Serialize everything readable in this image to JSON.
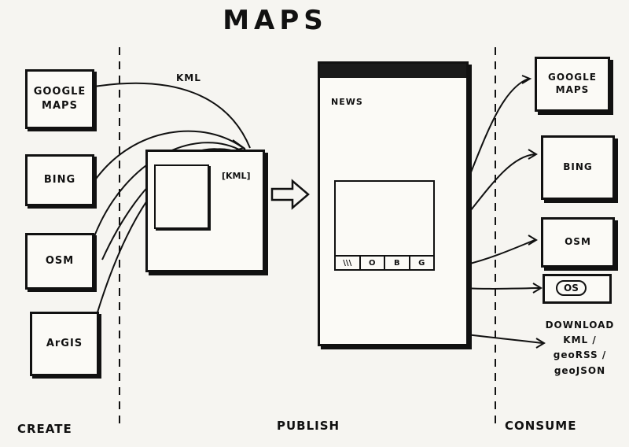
{
  "title": "MAPS",
  "columns": {
    "create": "CREATE",
    "publish": "PUBLISH",
    "consume": "CONSUME"
  },
  "sources": [
    {
      "label_line1": "GOOGLE",
      "label_line2": "MAPS"
    },
    {
      "label_line1": "BING",
      "label_line2": ""
    },
    {
      "label_line1": "OSM",
      "label_line2": ""
    },
    {
      "label_line1": "ArGIS",
      "label_line2": ""
    }
  ],
  "kml_label": "KML",
  "editor": {
    "kml_tag": "[KML]"
  },
  "page": {
    "news_label": "NEWS",
    "tabs": [
      "\\\\\\",
      "O",
      "B",
      "G"
    ]
  },
  "outputs": {
    "google": {
      "line1": "GOOGLE",
      "line2": "MAPS"
    },
    "bing": "BING",
    "osm": "OSM",
    "os": "OS",
    "download": [
      "DOWNLOAD",
      "KML /",
      "geoRSS /",
      "geoJSON"
    ]
  }
}
